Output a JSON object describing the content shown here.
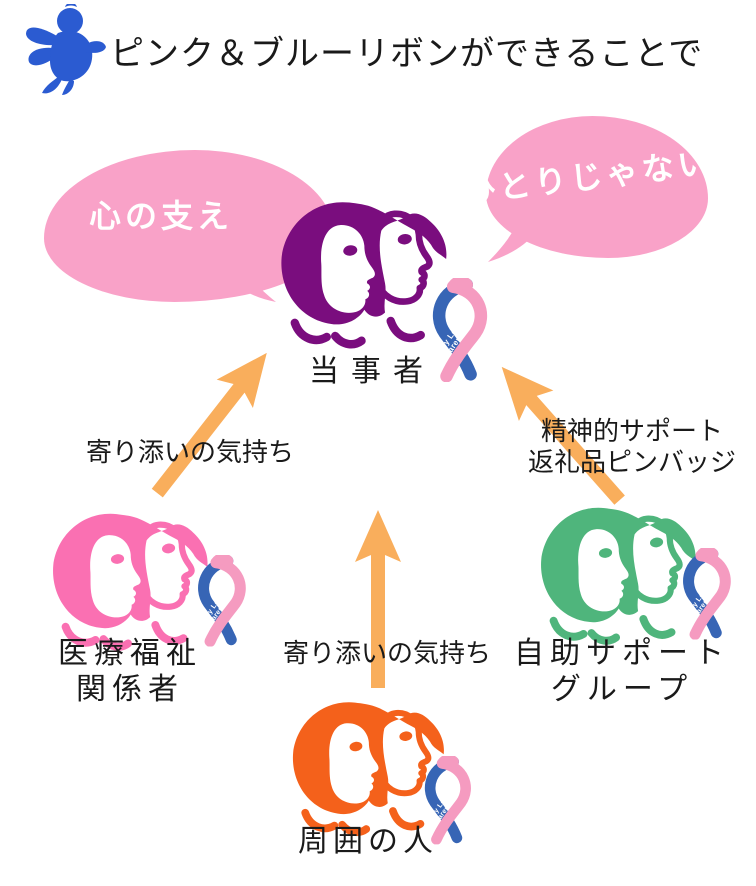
{
  "header": {
    "title": "ピンク＆ブルーリボンができることで"
  },
  "speech_bubbles": {
    "left": "心の支え",
    "right": "ひとりじゃない"
  },
  "people": {
    "center": {
      "label": "当事者"
    },
    "left": {
      "label_line1": "医療福祉",
      "label_line2": "関係者"
    },
    "right": {
      "label_line1": "自助サポート",
      "label_line2": "グループ"
    },
    "bottom": {
      "label": "周囲の人"
    }
  },
  "arrows": {
    "left_label": "寄り添いの気持ち",
    "middle_label": "寄り添いの気持ち",
    "right_label_line1": "精神的サポート",
    "right_label_line2": "返礼品ピンバッジ"
  },
  "ribbon": {
    "line1": "Baby Loss",
    "line2": "Awareness"
  },
  "colors": {
    "angel_blue": "#2B5BD1",
    "bubble_pink": "#F9A2C8",
    "person_center_purple": "#7A0D7E",
    "person_left_pink": "#FA70B2",
    "person_right_green": "#4FB57C",
    "person_bottom_orange": "#F4611B",
    "arrow_orange": "#F9AE5C",
    "ribbon_blue": "#3765B5",
    "ribbon_pink": "#F59BC0"
  }
}
